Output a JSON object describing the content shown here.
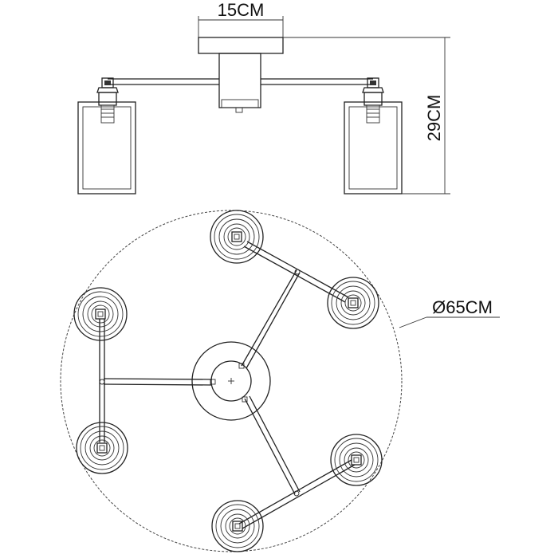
{
  "dimensions": {
    "plate_width": "15CM",
    "height": "29CM",
    "diameter": "Ø65CM"
  },
  "colors": {
    "line": "#222222",
    "background": "#ffffff"
  }
}
